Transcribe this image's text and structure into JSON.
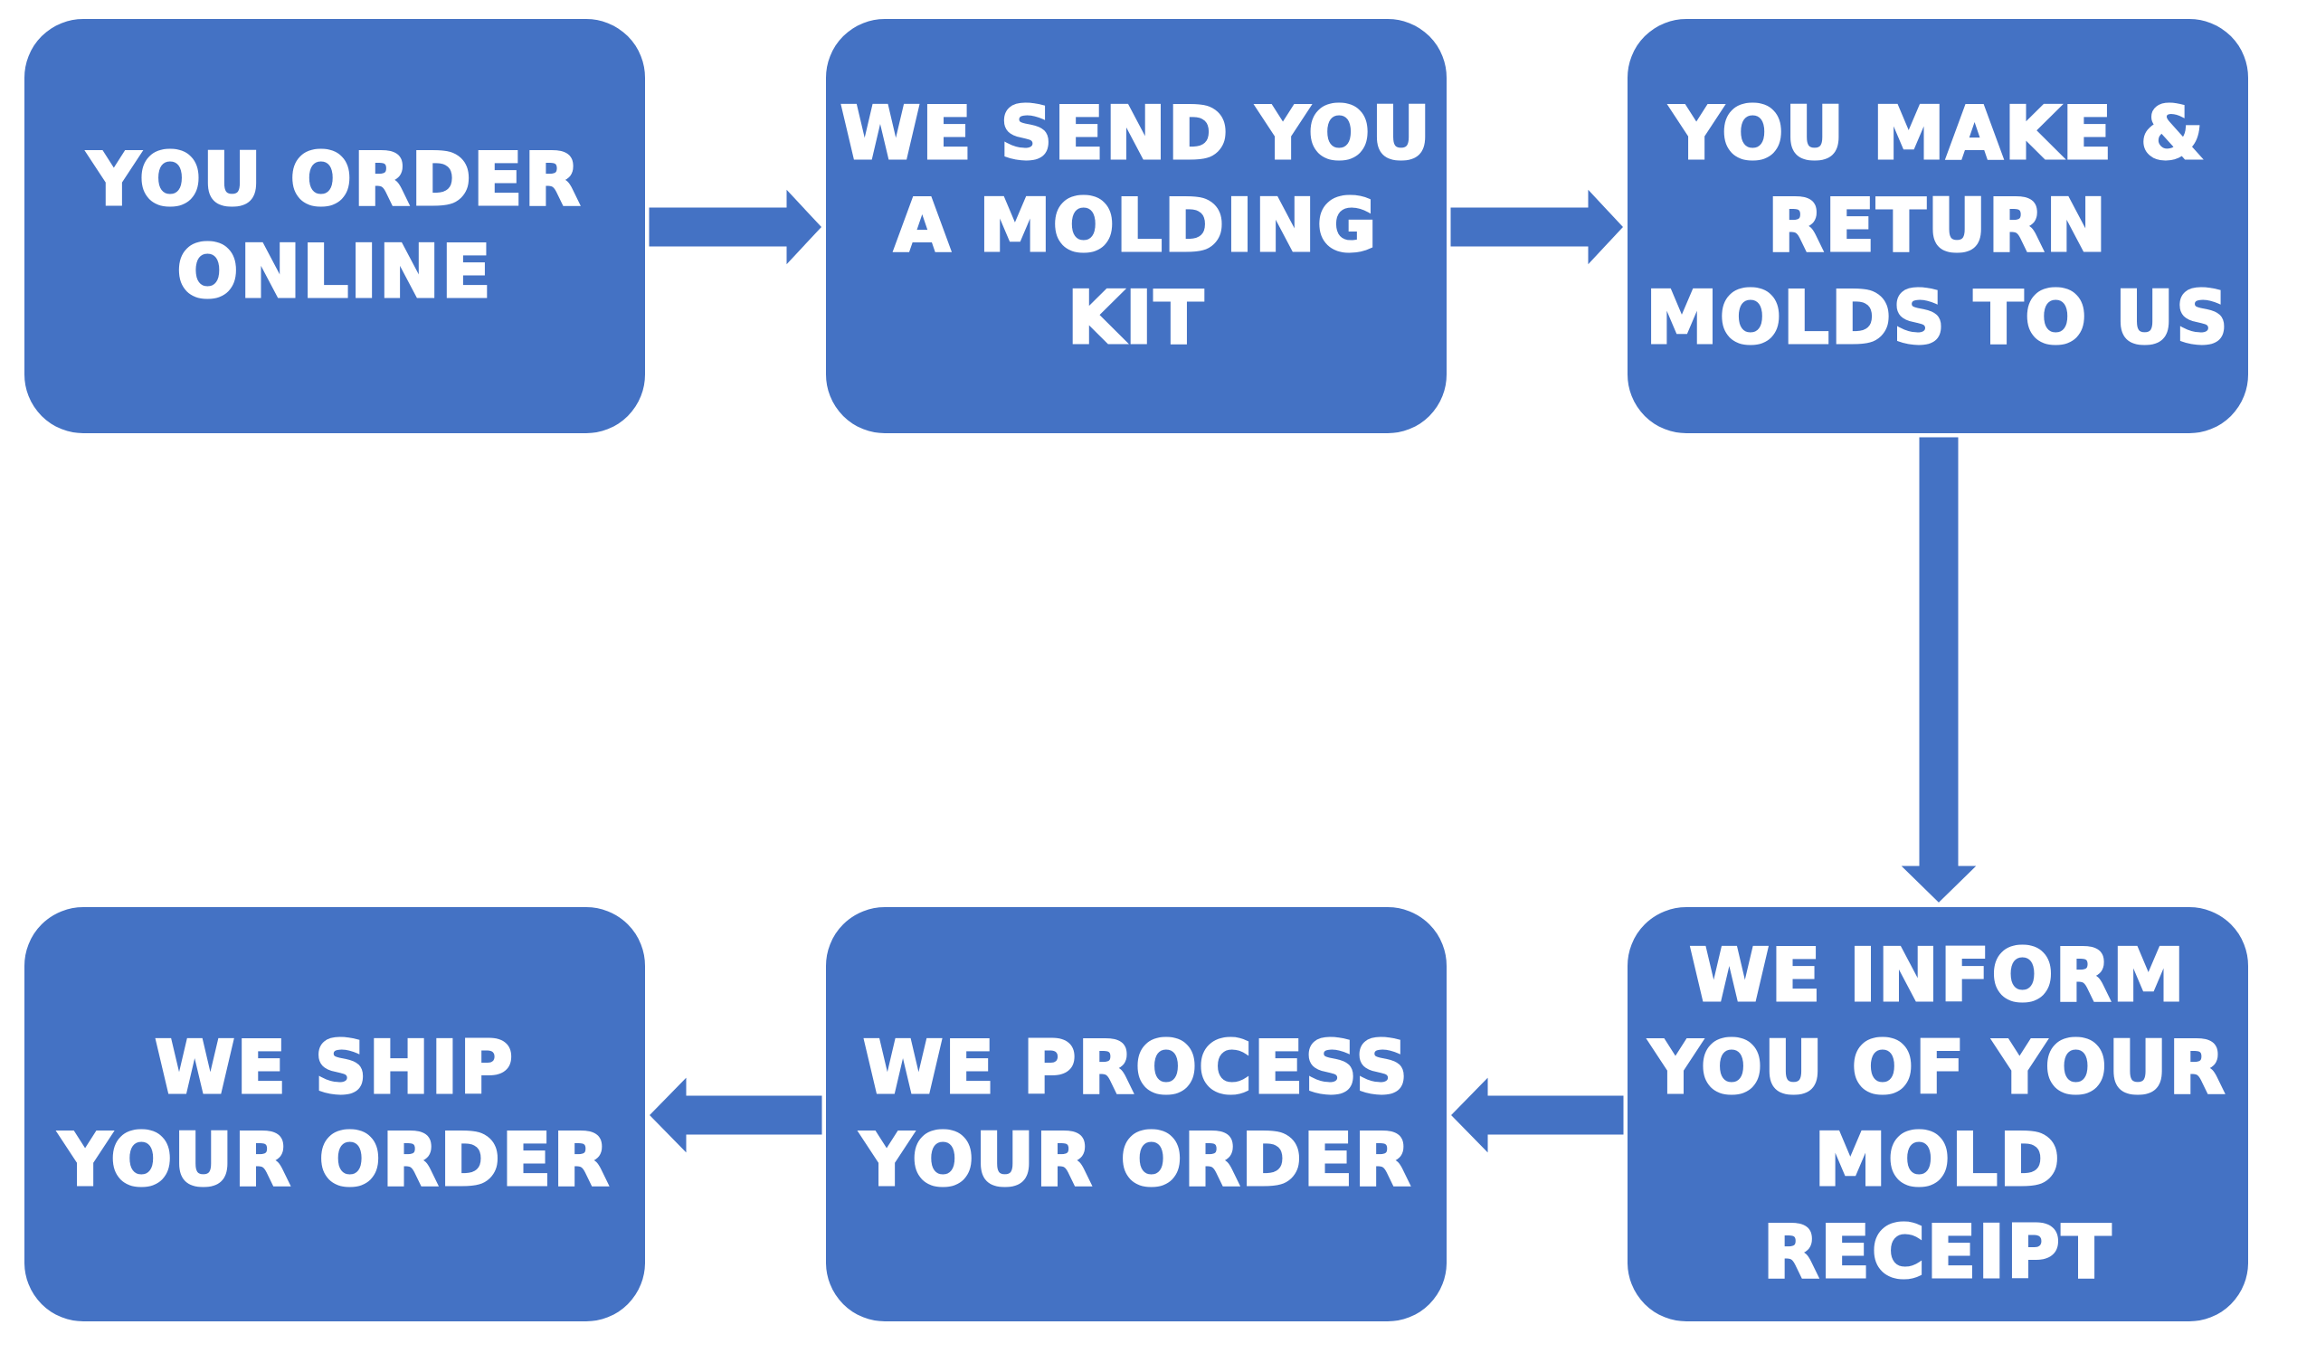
{
  "colors": {
    "box_fill": "#4472c4",
    "arrow_fill": "#4472c4",
    "text": "#ffffff"
  },
  "steps": [
    {
      "label": "YOU ORDER\nONLINE"
    },
    {
      "label": "WE SEND YOU\nA MOLDING\nKIT"
    },
    {
      "label": "YOU MAKE &\nRETURN\nMOLDS TO US"
    },
    {
      "label": "WE INFORM\nYOU OF YOUR\nMOLD\nRECEIPT"
    },
    {
      "label": "WE PROCESS\nYOUR ORDER"
    },
    {
      "label": "WE SHIP\nYOUR ORDER"
    }
  ],
  "connections": [
    {
      "from": 1,
      "to": 2
    },
    {
      "from": 2,
      "to": 3
    },
    {
      "from": 3,
      "to": 4
    },
    {
      "from": 4,
      "to": 5
    },
    {
      "from": 5,
      "to": 6
    }
  ]
}
